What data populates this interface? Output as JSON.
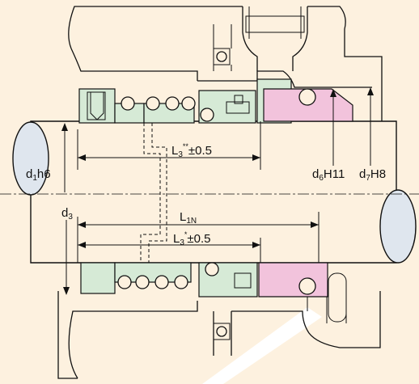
{
  "labels": {
    "d1": {
      "main": "d",
      "sub": "1",
      "rest": "h6"
    },
    "d3": {
      "main": "d",
      "sub": "3"
    },
    "d6": {
      "main": "d",
      "sub": "6",
      "rest": "H11"
    },
    "d7": {
      "main": "d",
      "sub": "7",
      "rest": "H8"
    },
    "l1n": {
      "main": "L",
      "sub": "1N"
    },
    "l3_top": {
      "main": "L",
      "sub": "3",
      "sup": "**",
      "rest": "±0.5"
    },
    "l3_bottom": {
      "main": "L",
      "sub": "3",
      "sup": "*",
      "rest": "±0.5"
    }
  },
  "colors": {
    "background": "#fdf1df",
    "seal_parts": "#d6ead6",
    "stationary_seat": "#f2c3dc",
    "shaft_end": "#dfe6ee"
  }
}
